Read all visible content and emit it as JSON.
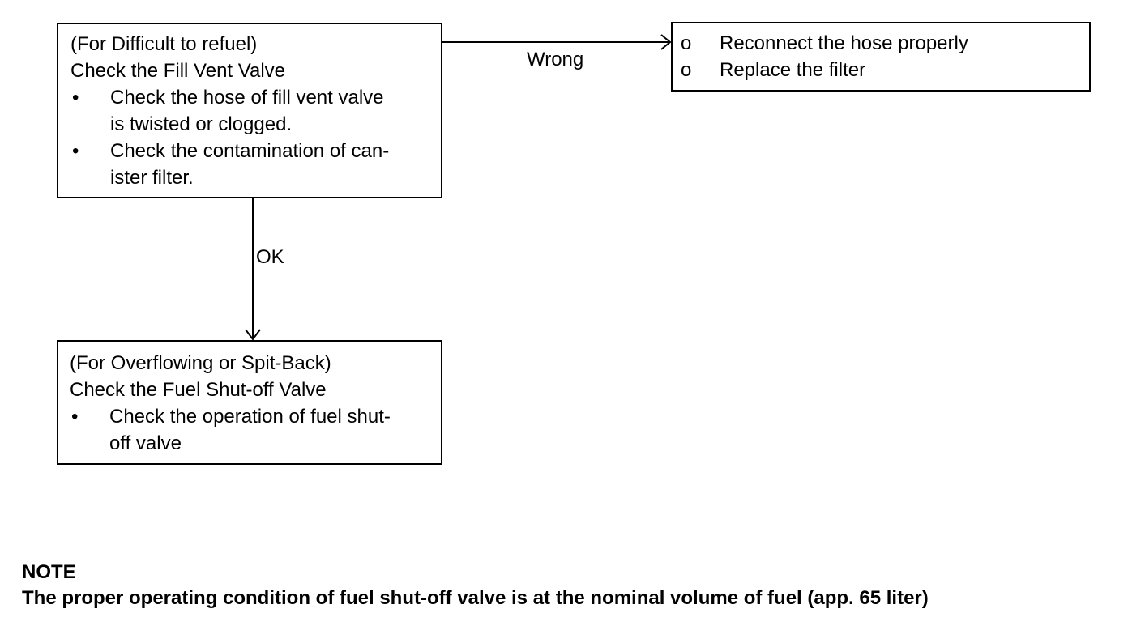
{
  "box_fill_vent": {
    "condition": "(For Difficult to refuel)",
    "title": "Check the Fill Vent Valve",
    "bullet": "•",
    "items": [
      "Check the hose of fill vent valve\nis twisted or clogged.",
      "Check the contamination of can-\nister filter."
    ]
  },
  "box_shutoff": {
    "condition": "(For Overflowing or Spit-Back)",
    "title": "Check the Fuel Shut-off Valve",
    "bullet": "•",
    "items": [
      "Check the operation of fuel shut-\noff valve"
    ]
  },
  "box_remedy": {
    "marker": "o",
    "items": [
      "Reconnect the hose properly",
      "Replace the filter"
    ]
  },
  "edges": {
    "wrong_label": "Wrong",
    "ok_label": "OK"
  },
  "note": {
    "heading": "NOTE",
    "text": "The proper operating condition of fuel shut-off valve is at the nominal volume of fuel (app. 65 liter)"
  }
}
